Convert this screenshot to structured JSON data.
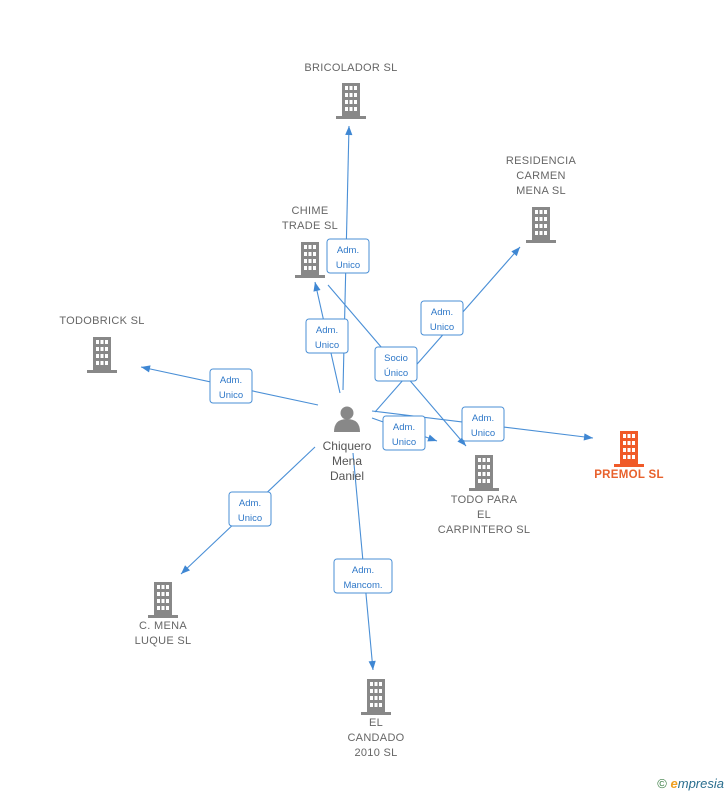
{
  "person": {
    "label_lines": [
      "Chiquero",
      "Mena",
      "Daniel"
    ],
    "icon": "person-icon",
    "color": "#888888"
  },
  "colors": {
    "company": "#888888",
    "focus": "#f05a28",
    "edge": "#4a8fd6",
    "edge_label": "#2f78c8"
  },
  "companies": [
    {
      "id": "bricolador",
      "label_lines": [
        "BRICOLADOR SL"
      ],
      "icon": "building-icon",
      "focus": false
    },
    {
      "id": "chime",
      "label_lines": [
        "CHIME",
        "TRADE SL"
      ],
      "icon": "building-icon",
      "focus": false
    },
    {
      "id": "residencia",
      "label_lines": [
        "RESIDENCIA",
        "CARMEN",
        "MENA SL"
      ],
      "icon": "building-icon",
      "focus": false
    },
    {
      "id": "todobrick",
      "label_lines": [
        "TODOBRICK SL"
      ],
      "icon": "building-icon",
      "focus": false
    },
    {
      "id": "premol",
      "label_lines": [
        "PREMOL SL"
      ],
      "icon": "building-icon",
      "focus": true
    },
    {
      "id": "todopara",
      "label_lines": [
        "TODO PARA",
        "EL",
        "CARPINTERO SL"
      ],
      "icon": "building-icon",
      "focus": false
    },
    {
      "id": "cmena",
      "label_lines": [
        "C.  MENA",
        "LUQUE SL"
      ],
      "icon": "building-icon",
      "focus": false
    },
    {
      "id": "candado",
      "label_lines": [
        "EL",
        "CANDADO",
        "2010 SL"
      ],
      "icon": "building-icon",
      "focus": false
    }
  ],
  "edges": [
    {
      "target": "bricolador",
      "label_lines": [
        "Adm.",
        "Unico"
      ]
    },
    {
      "target": "chime",
      "label_lines": [
        "Adm.",
        "Unico"
      ]
    },
    {
      "target": "residencia",
      "label_lines": [
        "Adm.",
        "Unico"
      ]
    },
    {
      "target": "todobrick",
      "label_lines": [
        "Adm.",
        "Unico"
      ]
    },
    {
      "target": "premol",
      "label_lines": [
        "Adm.",
        "Unico"
      ]
    },
    {
      "target": "todopara",
      "label_lines": [
        "Adm.",
        "Unico"
      ]
    },
    {
      "target": "todopara",
      "label_lines": [
        "Socio",
        "Único"
      ]
    },
    {
      "target": "cmena",
      "label_lines": [
        "Adm.",
        "Unico"
      ]
    },
    {
      "target": "candado",
      "label_lines": [
        "Adm.",
        "Mancom."
      ]
    }
  ],
  "footer": {
    "copyright": "©",
    "brand_initial": "e",
    "brand_rest": "mpresia"
  }
}
